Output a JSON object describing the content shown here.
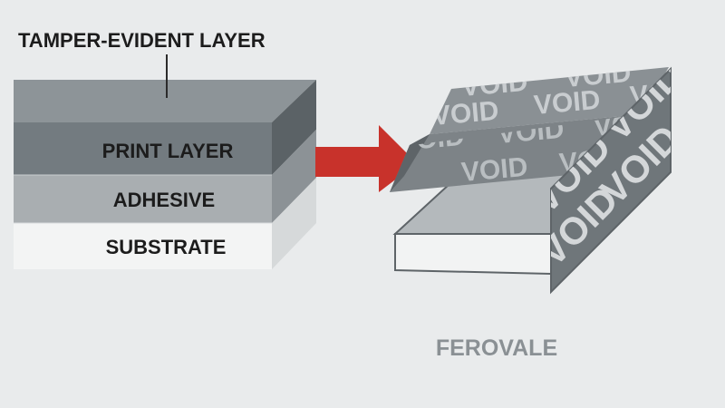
{
  "layers": {
    "tamper_evident": "TAMPER-EVIDENT LAYER",
    "print": "PRINT LAYER",
    "adhesive": "ADHESIVE",
    "substrate": "SUBSTRATE"
  },
  "void_pattern_text": "VOID",
  "brand": "FEROVALE",
  "colors": {
    "background": "#e9ebec",
    "arrow": "#c8322b",
    "tamper_layer": "#8d9498",
    "print_layer": "#737b80",
    "adhesive_layer": "#a9aeb1",
    "substrate_layer": "#f3f4f4",
    "void_label": "#8a9094"
  },
  "icons": {
    "arrow": "arrow-right-icon"
  }
}
